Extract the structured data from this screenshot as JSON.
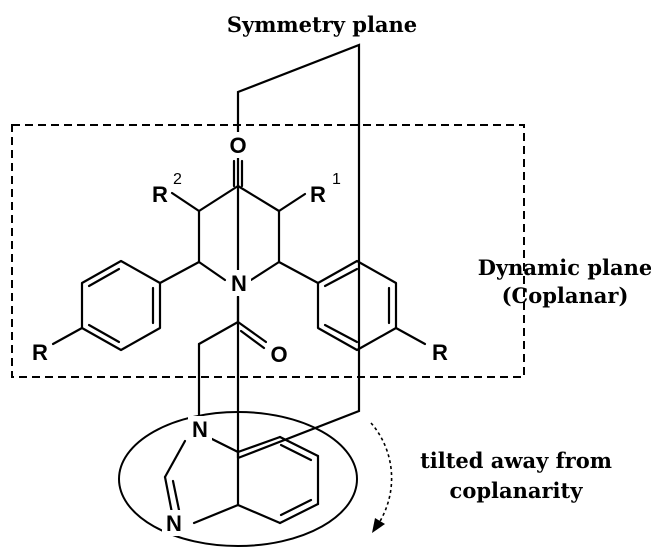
{
  "captions": {
    "symmetry_plane": "Symmetry plane",
    "dynamic_plane": "Dynamic plane",
    "coplanar": "(Coplanar)",
    "tilted_line1": "tilted away from",
    "tilted_line2": "coplanarity"
  },
  "atoms": {
    "carbonyl_o": "O",
    "nitrogen": "N",
    "amide_o": "O",
    "r2": "R",
    "r2_sup": "2",
    "r1": "R",
    "r1_sup": "1",
    "r_left": "R",
    "r_right": "R",
    "imidazole_n1": "N",
    "imidazole_n3": "N"
  }
}
